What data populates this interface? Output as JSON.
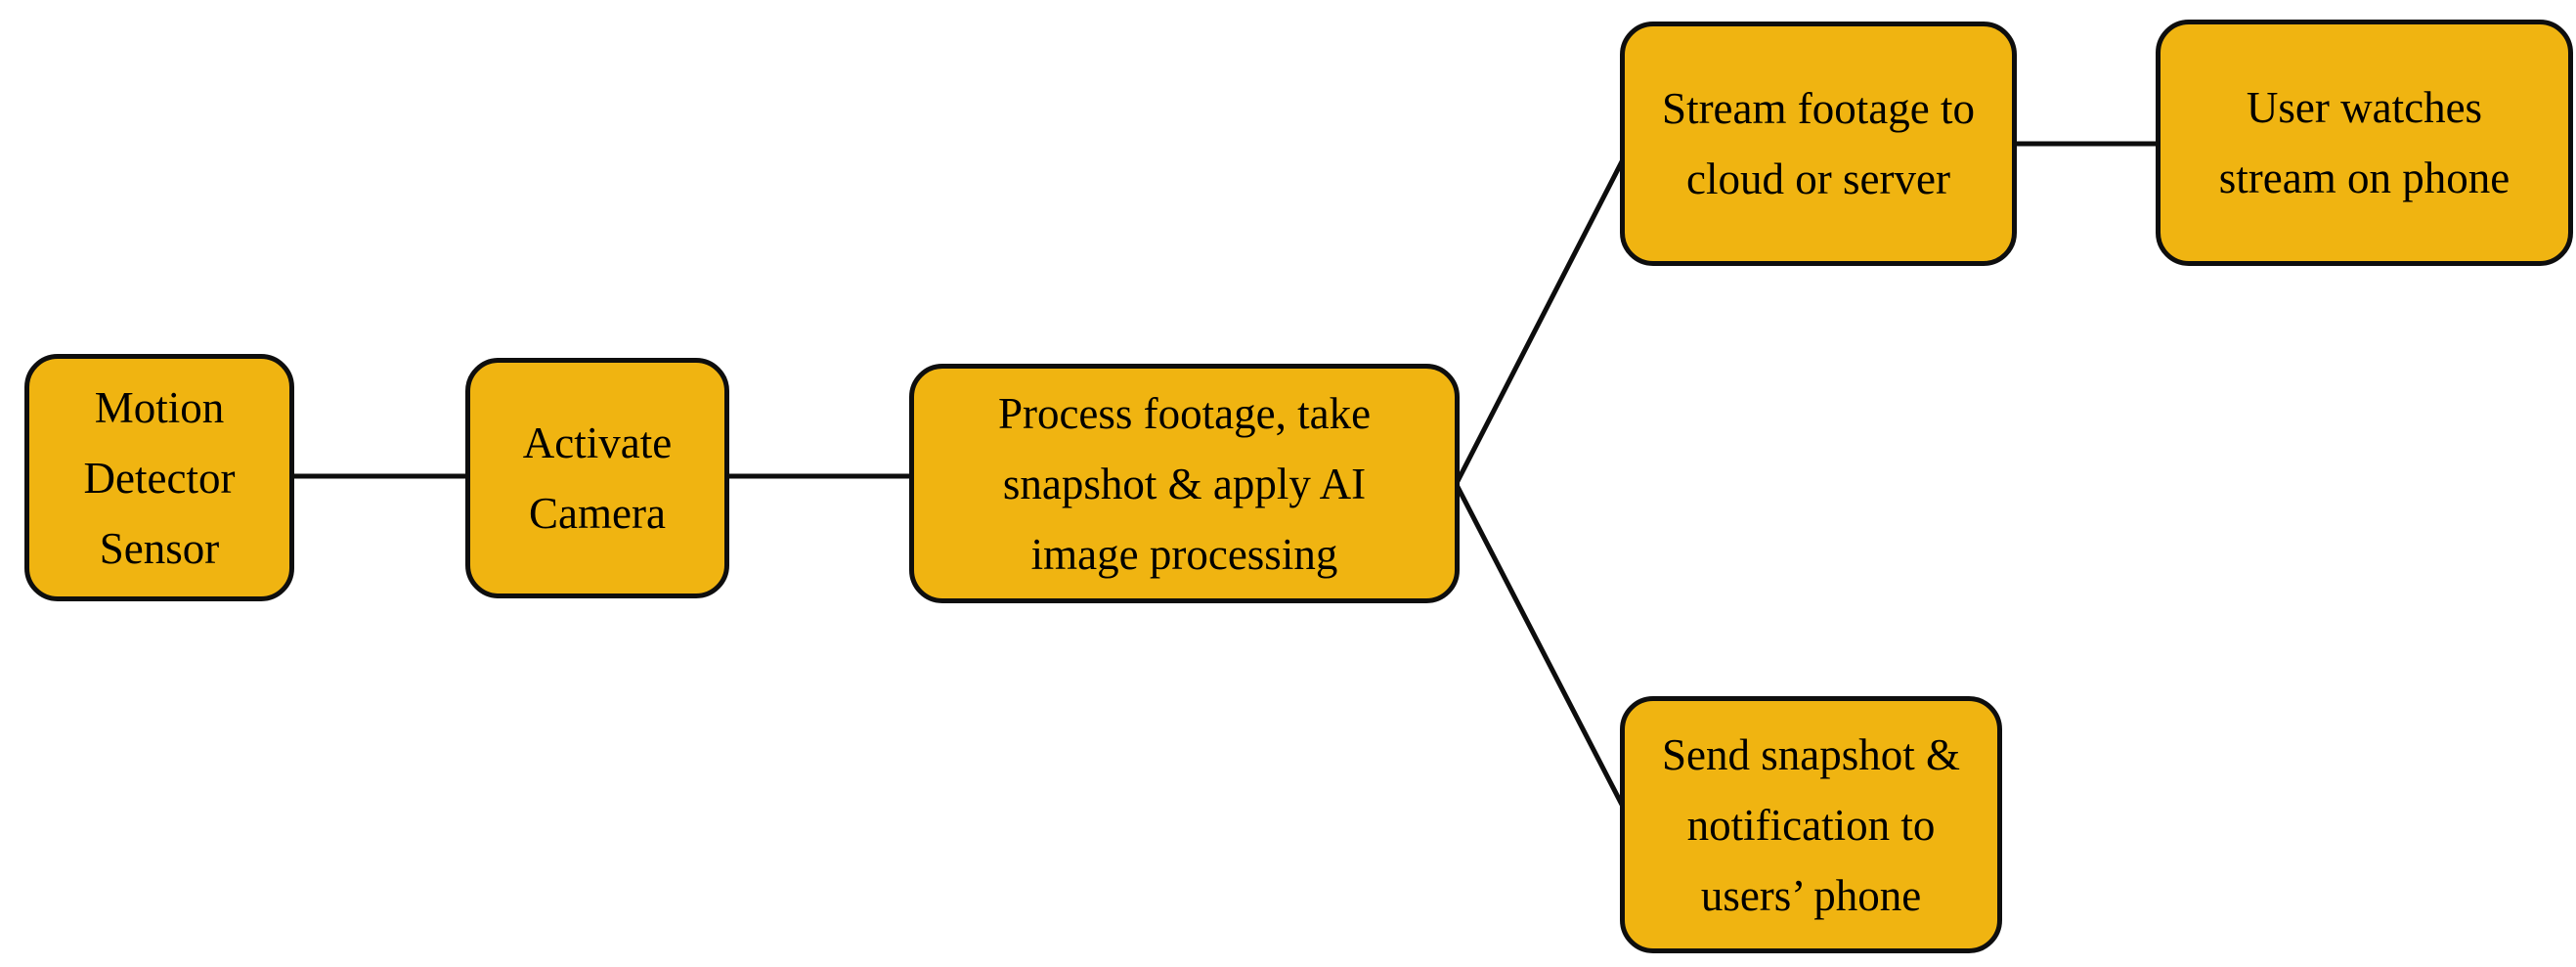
{
  "colors": {
    "node_fill": "#F0B411",
    "node_border": "#0E0E0E",
    "connector": "#0D0D0D",
    "text": "#000000",
    "background": "#FFFFFF"
  },
  "nodes": [
    {
      "id": "motion-detector-sensor",
      "label": "Motion Detector Sensor",
      "lines": [
        "Motion",
        "Detector",
        "Sensor"
      ]
    },
    {
      "id": "activate-camera",
      "label": "Activate Camera",
      "lines": [
        "Activate",
        "Camera"
      ]
    },
    {
      "id": "process-footage",
      "label": "Process footage, take snapshot & apply AI image processing",
      "lines": [
        "Process footage, take",
        "snapshot & apply AI",
        "image processing"
      ]
    },
    {
      "id": "stream-footage",
      "label": "Stream footage to cloud or server",
      "lines": [
        "Stream footage to",
        "cloud or server"
      ]
    },
    {
      "id": "user-watches-stream",
      "label": "User watches stream on phone",
      "lines": [
        "User watches",
        "stream on phone"
      ]
    },
    {
      "id": "send-snapshot",
      "label": "Send snapshot & notification to users’ phone",
      "lines": [
        "Send snapshot &",
        "notification to",
        "users’ phone"
      ]
    }
  ],
  "edges": [
    {
      "from": "motion-detector-sensor",
      "to": "activate-camera"
    },
    {
      "from": "activate-camera",
      "to": "process-footage"
    },
    {
      "from": "process-footage",
      "to": "stream-footage"
    },
    {
      "from": "process-footage",
      "to": "send-snapshot"
    },
    {
      "from": "stream-footage",
      "to": "user-watches-stream"
    }
  ]
}
